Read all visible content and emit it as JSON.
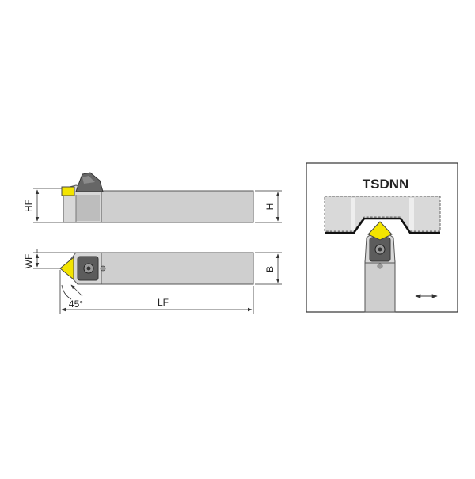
{
  "side_view": {
    "label_hf": "HF",
    "label_h": "H"
  },
  "top_view": {
    "label_wf": "WF",
    "label_b": "B",
    "label_lf": "LF",
    "label_angle": "45°"
  },
  "detail": {
    "title": "TSDNN"
  },
  "colors": {
    "holder_body": "#cfcfcf",
    "holder_light": "#e2e2e2",
    "holder_dark": "#9a9a9a",
    "outline": "#444444",
    "insert_yellow": "#f3e400",
    "clamp_dark": "#555555",
    "workpiece": "#d9d9d9"
  }
}
